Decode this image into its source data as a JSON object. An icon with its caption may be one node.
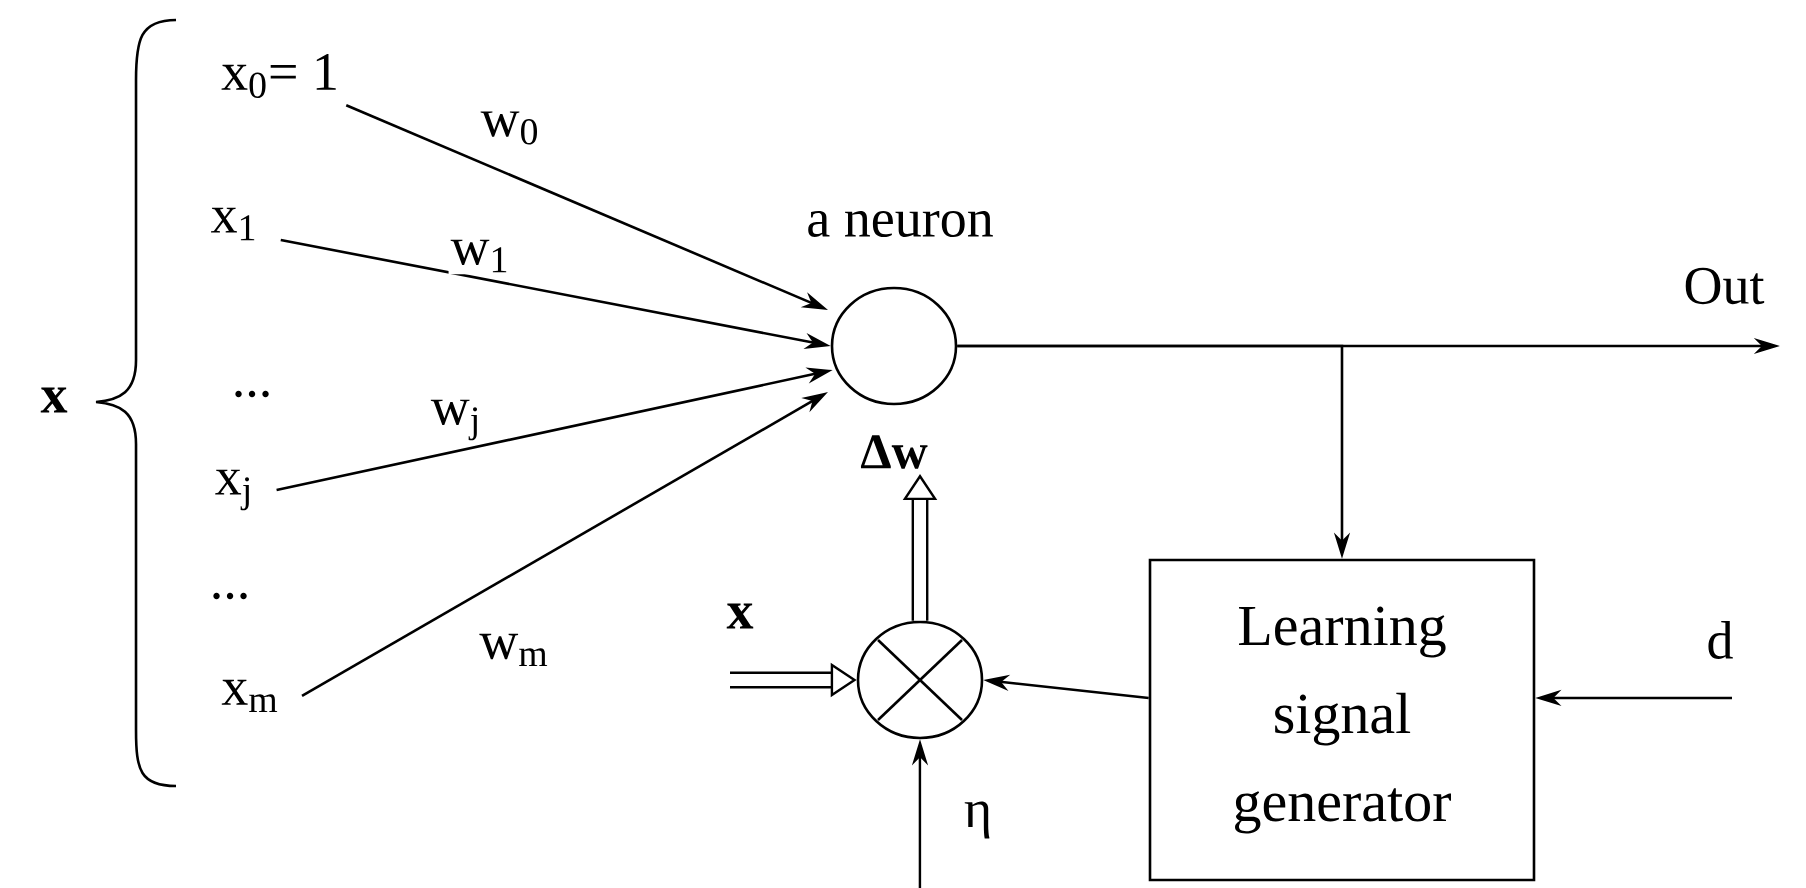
{
  "diagram": {
    "nodes": [
      {
        "text": [
          "x$_{0}$= 1"
        ]
      },
      {
        "text": [
          "x$_{1}$"
        ]
      },
      {
        "text": [
          "x$_{j}$"
        ]
      },
      {
        "text": [
          "x$_{m}$"
        ]
      },
      {
        "text": [],
        "shape": "circle",
        "beside": [
          "a neuron"
        ]
      },
      {
        "text": [
          "Δw"
        ]
      },
      {
        "text": [],
        "shape": "circle"
      },
      {
        "text": [
          "Learning signal generator"
        ]
      }
    ],
    "edges": [
      {
        "from": 0,
        "to": 4,
        "arrow": "to",
        "label": "w$_{0}$"
      },
      {
        "from": 1,
        "to": 4,
        "arrow": "to",
        "label": "w$_{1}$"
      },
      {
        "from": 2,
        "to": 4,
        "arrow": "to",
        "label": "w$_{j}$"
      },
      {
        "from": 3,
        "to": 4,
        "arrow": "to",
        "label": "w$_{m}$"
      },
      {
        "from": 4,
        "to": null,
        "arrow": "to",
        "label": "Out"
      },
      {
        "from": 4,
        "to": 7,
        "arrow": "to"
      },
      {
        "from": 7,
        "to": 6,
        "arrow": "to"
      },
      {
        "from": null,
        "to": 7,
        "arrow": "to",
        "label": "d"
      },
      {
        "from": null,
        "to": 6,
        "arrow": "to",
        "label": "η"
      },
      {
        "from": null,
        "to": 6,
        "arrow": "to",
        "style": "thick",
        "label": "x"
      },
      {
        "from": 6,
        "to": 5,
        "arrow": "to",
        "style": "thick"
      }
    ],
    "labels": [
      "x",
      "...",
      "..."
    ]
  }
}
